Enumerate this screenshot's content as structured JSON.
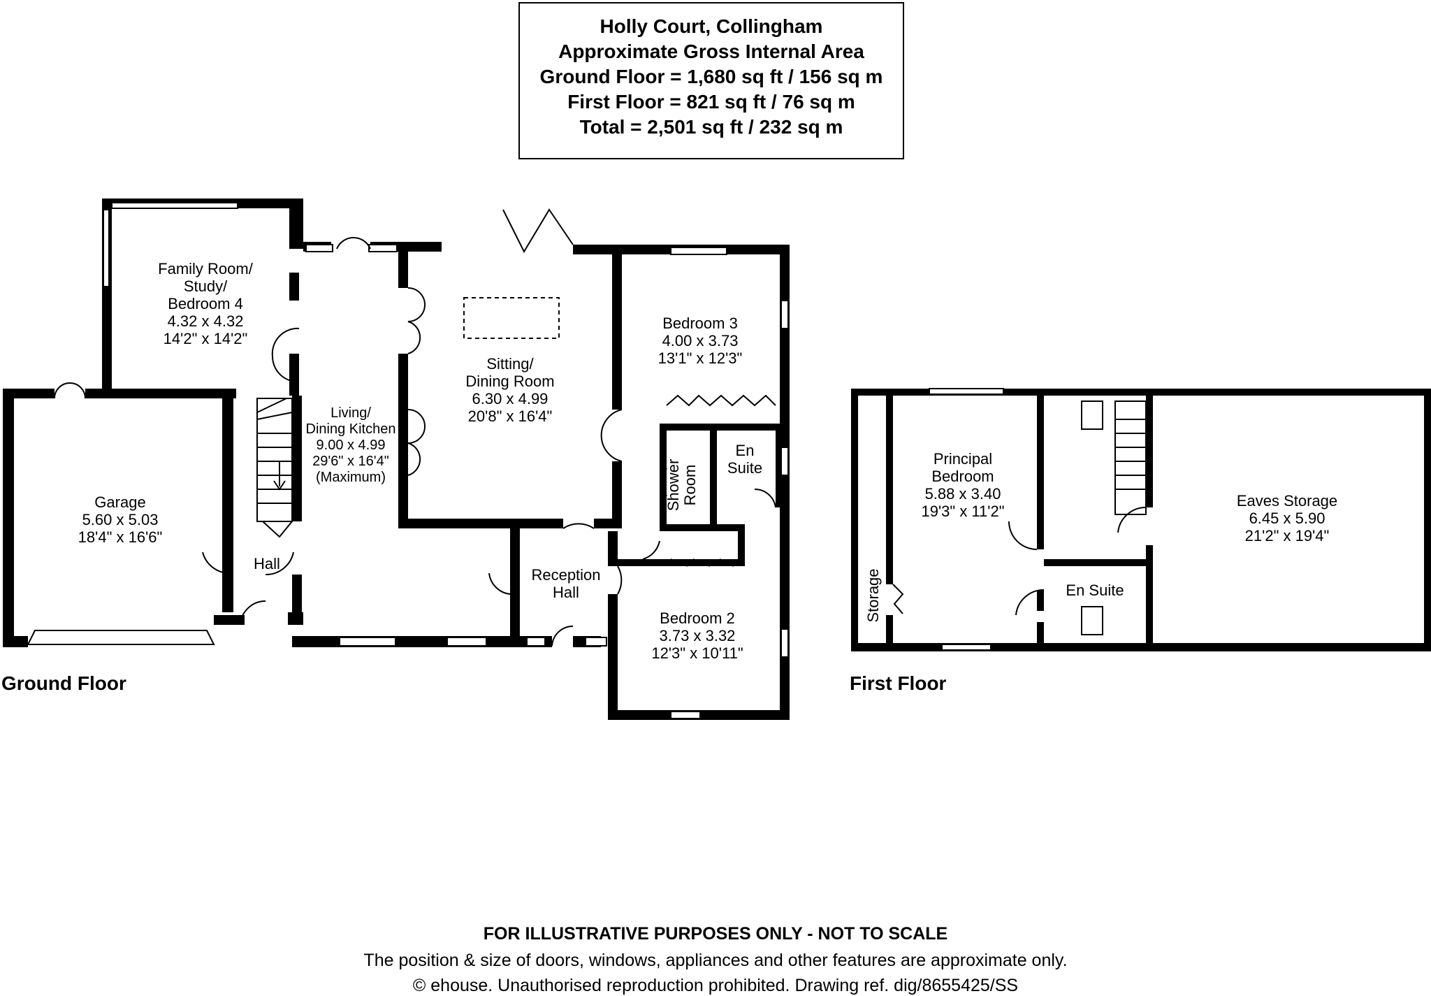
{
  "header": {
    "property": "Holly Court, Collingham",
    "area_title": "Approximate Gross Internal Area",
    "ground_floor": "Ground Floor = 1,680 sq ft / 156 sq m",
    "first_floor": "First Floor = 821 sq ft / 76 sq m",
    "total": "Total = 2,501 sq ft / 232 sq m"
  },
  "floors": {
    "ground": "Ground Floor",
    "first": "First Floor"
  },
  "rooms": {
    "family": {
      "l1": "Family Room/",
      "l2": "Study/",
      "l3": "Bedroom 4",
      "m": "4.32 x 4.32",
      "i": "14'2\" x 14'2\""
    },
    "garage": {
      "name": "Garage",
      "m": "5.60 x 5.03",
      "i": "18'4\" x 16'6\""
    },
    "hall": {
      "name": "Hall"
    },
    "kitchen": {
      "l1": "Living/",
      "l2": "Dining Kitchen",
      "m": "9.00 x 4.99",
      "i": "29'6\" x 16'4\"",
      "note": "(Maximum)"
    },
    "sitting": {
      "l1": "Sitting/",
      "l2": "Dining Room",
      "m": "6.30 x 4.99",
      "i": "20'8\" x 16'4\""
    },
    "bedroom3": {
      "name": "Bedroom 3",
      "m": "4.00 x 3.73",
      "i": "13'1\" x 12'3\""
    },
    "shower": {
      "l1": "Shower",
      "l2": "Room"
    },
    "ensuite_gf": {
      "l1": "En",
      "l2": "Suite"
    },
    "reception": {
      "l1": "Reception",
      "l2": "Hall"
    },
    "bedroom2": {
      "name": "Bedroom 2",
      "m": "3.73 x 3.32",
      "i": "12'3\" x 10'11\""
    },
    "principal": {
      "l1": "Principal",
      "l2": "Bedroom",
      "m": "5.88 x 3.40",
      "i": "19'3\" x 11'2\""
    },
    "storage": {
      "name": "Storage"
    },
    "ensuite_ff": {
      "name": "En Suite"
    },
    "eaves": {
      "name": "Eaves Storage",
      "m": "6.45 x 5.90",
      "i": "21'2\" x 19'4\""
    }
  },
  "footer": {
    "line1": "FOR ILLUSTRATIVE PURPOSES ONLY - NOT TO SCALE",
    "line2": "The position & size of doors, windows, appliances and other features are approximate only.",
    "line3": "© ehouse. Unauthorised reproduction prohibited. Drawing ref. dig/8655425/SS"
  }
}
